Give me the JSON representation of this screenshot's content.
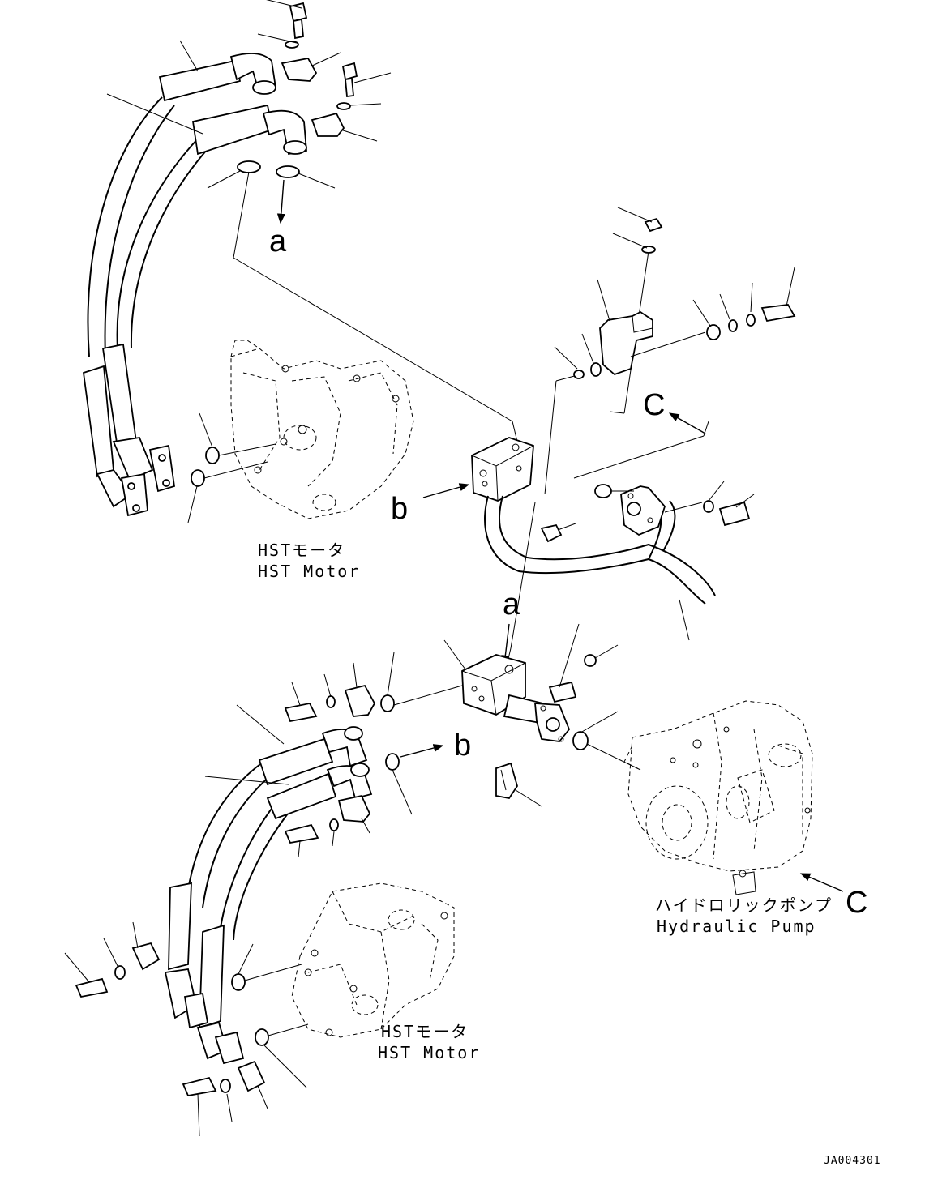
{
  "diagram": {
    "callouts": {
      "a": "a",
      "b": "b",
      "c": "C"
    },
    "captions": {
      "motor_upper_jp": "HSTモータ",
      "motor_upper_en": "HST Motor",
      "motor_lower_jp": "HSTモータ",
      "motor_lower_en": "HST Motor",
      "pump_jp": "ハイドロリックポンプ",
      "pump_en": "Hydraulic Pump"
    },
    "drawing_code": "JA004301"
  }
}
